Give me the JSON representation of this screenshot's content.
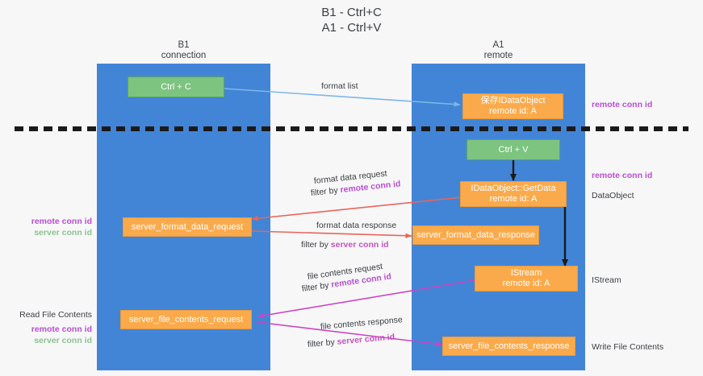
{
  "title": {
    "line1": "B1 - Ctrl+C",
    "line2": "A1 - Ctrl+V"
  },
  "columns": [
    {
      "id": "b1",
      "line1": "B1",
      "line2": "connection",
      "color": "#4285d6"
    },
    {
      "id": "a1",
      "line1": "A1",
      "line2": "remote",
      "color": "#4285d6"
    }
  ],
  "boxes": {
    "ctrl_c": {
      "line1": "Ctrl + C",
      "color": "#7cc47f"
    },
    "ctrl_v": {
      "line1": "Ctrl + V",
      "color": "#7cc47f"
    },
    "save_dataobject": {
      "line1": "保存IDataObject",
      "line2": "remote id: A",
      "color": "#fbaa4b"
    },
    "getdata": {
      "line1": "IDataObject::GetData",
      "line2": "remote id: A",
      "color": "#fbaa4b"
    },
    "istream": {
      "line1": "IStream",
      "line2": "remote id: A",
      "color": "#fbaa4b"
    },
    "server_format_data_request": {
      "line1": "server_format_data_request",
      "color": "#fbaa4b"
    },
    "server_format_data_response": {
      "line1": "server_format_data_response",
      "color": "#fbaa4b"
    },
    "server_file_contents_request": {
      "line1": "server_file_contents_request",
      "color": "#fbaa4b"
    },
    "server_file_contents_response": {
      "line1": "server_file_contents_response",
      "color": "#fbaa4b"
    }
  },
  "edge_labels": {
    "format_list": "format list",
    "format_data_request": "format data request",
    "format_data_request_filter_prefix": "filter by ",
    "format_data_request_filter_key": "remote conn id",
    "format_data_response": "format data response",
    "format_data_response_filter_prefix": "filter by ",
    "format_data_response_filter_key": "server conn id",
    "file_contents_request": "file contents request",
    "file_contents_request_filter_prefix": "filter by ",
    "file_contents_request_filter_key": "remote conn id",
    "file_contents_response": "file contents response",
    "file_contents_response_filter_prefix": "filter by ",
    "file_contents_response_filter_key": "server conn id"
  },
  "left_labels": {
    "format_remote": "remote conn id",
    "format_server": "server conn id",
    "read_file_contents": "Read File Contents",
    "file_remote": "remote conn id",
    "file_server": "server conn id"
  },
  "right_labels": {
    "top_remote": "remote conn id",
    "mid_remote": "remote conn id",
    "dataobject": "DataObject",
    "istream": "IStream",
    "write_file_contents": "Write File Contents"
  },
  "colors": {
    "column": "#4285d6",
    "green_box": "#7cc47f",
    "orange_box": "#fbaa4b",
    "arrow_blue": "#7fb6e8",
    "arrow_red": "#e8655a",
    "arrow_magenta": "#cc44c4",
    "arrow_black": "#1a1a1a",
    "divider": "#1a1a1a",
    "remote_key": "#b84fd1",
    "server_key_left": "#8ac48e",
    "server_key_mid": "#c255bd"
  }
}
